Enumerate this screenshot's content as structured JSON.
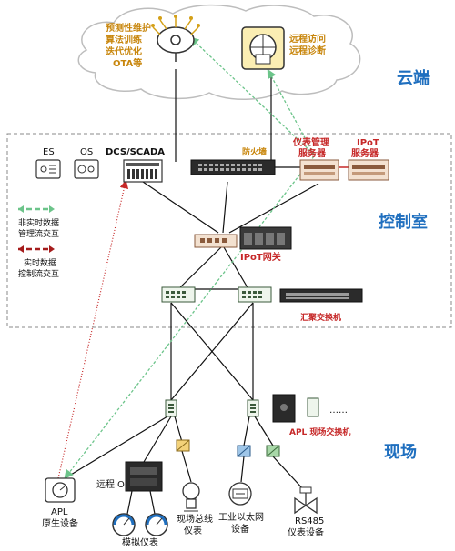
{
  "zones": {
    "cloud": "云端",
    "control_room": "控制室",
    "field": "现场"
  },
  "cloud": {
    "ai_lines": [
      "预测性维护",
      "算法训练",
      "迭代优化",
      "OTA等"
    ],
    "remote_lines": [
      "远程访问",
      "远程诊断"
    ]
  },
  "control": {
    "firewall": "防火墙",
    "meter_mgmt": [
      "仪表管理",
      "服务器"
    ],
    "ipot_server": [
      "IPoT",
      "服务器"
    ],
    "es": "ES",
    "os": "OS",
    "dcs": "DCS/SCADA",
    "ipot_gateway": "IPoT网关",
    "agg_switch": "汇聚交换机"
  },
  "legend": {
    "non_realtime": [
      "非实时数据",
      "管理流交互"
    ],
    "realtime": [
      "实时数据",
      "控制流交互"
    ]
  },
  "field": {
    "apl_switch": "APL 现场交换机",
    "ellipsis": "……",
    "apl_native": [
      "APL",
      "原生设备"
    ],
    "remote_io": "远程IO",
    "analog": "模拟仪表",
    "fieldbus": [
      "现场总线",
      "仪表"
    ],
    "ethernet": [
      "工业以太网",
      "设备"
    ],
    "rs485": [
      "RS485",
      "仪表设备"
    ]
  },
  "colors": {
    "orange_label": "#c8860c",
    "red_label": "#c62828",
    "zone_label": "#1f6fbf",
    "non_realtime_arrow": "#6cc48a",
    "realtime_arrow": "#a51c1c"
  }
}
